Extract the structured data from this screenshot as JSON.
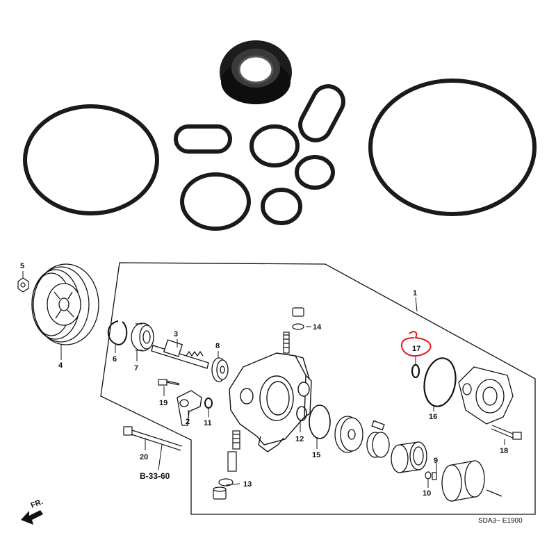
{
  "callouts": {
    "c1": "1",
    "c2": "2",
    "c3": "3",
    "c4": "4",
    "c5": "5",
    "c6": "6",
    "c7": "7",
    "c8": "8",
    "c9": "9",
    "c10": "10",
    "c11": "11",
    "c12": "12",
    "c13": "13",
    "c14": "14",
    "c15": "15",
    "c16": "16",
    "c17": "17",
    "c18": "18",
    "c19": "19",
    "c20": "20"
  },
  "reference": "B-33-60",
  "direction_label": "FR.",
  "diagram_code": "SDA3− E1900",
  "colors": {
    "ink": "#111111",
    "seal_rubber": "#1a1a1a",
    "highlight": "#e01b1b"
  }
}
